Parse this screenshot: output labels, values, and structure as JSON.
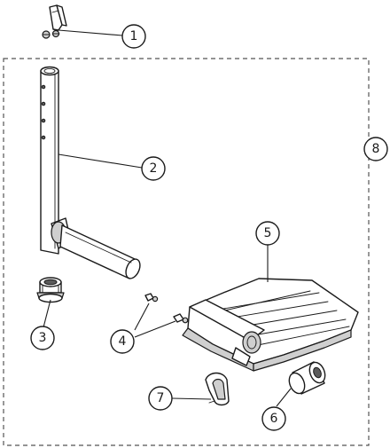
{
  "callouts": [
    {
      "id": "part-1",
      "label": "1"
    },
    {
      "id": "part-2",
      "label": "2"
    },
    {
      "id": "part-3",
      "label": "3"
    },
    {
      "id": "part-4",
      "label": "4"
    },
    {
      "id": "part-5",
      "label": "5"
    },
    {
      "id": "part-6",
      "label": "6"
    },
    {
      "id": "part-7",
      "label": "7"
    },
    {
      "id": "part-8",
      "label": "8"
    }
  ],
  "colors": {
    "line": "#1a1a1a",
    "shade": "#cfcfcf",
    "dashed_box": "#555555"
  }
}
